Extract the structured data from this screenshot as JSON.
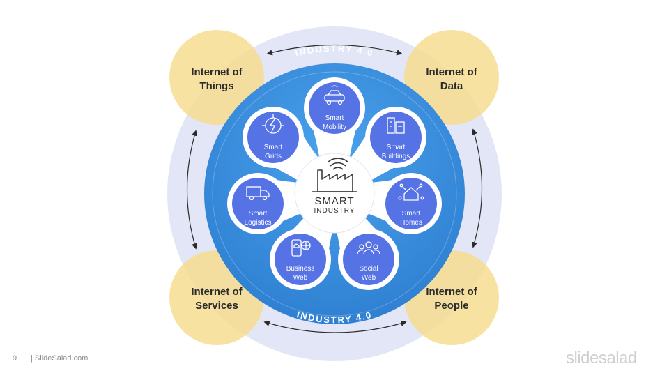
{
  "ring_label_top": "INDUSTRY 4.0",
  "ring_label_bottom": "INDUSTRY 4.0",
  "center": {
    "title": "SMART",
    "subtitle": "INDUSTRY",
    "icon": "factory-icon"
  },
  "corners": {
    "top_left": [
      "Internet of",
      "Things"
    ],
    "top_right": [
      "Internet of",
      "Data"
    ],
    "bottom_left": [
      "Internet of",
      "Services"
    ],
    "bottom_right": [
      "Internet of",
      "People"
    ]
  },
  "nodes": [
    {
      "lines": [
        "Smart",
        "Mobility"
      ],
      "icon": "car-icon"
    },
    {
      "lines": [
        "Smart",
        "Buildings"
      ],
      "icon": "buildings-icon"
    },
    {
      "lines": [
        "Smart",
        "Homes"
      ],
      "icon": "smart-home-icon"
    },
    {
      "lines": [
        "Social",
        "Web"
      ],
      "icon": "people-icon"
    },
    {
      "lines": [
        "Business",
        "Web"
      ],
      "icon": "cloud-phone-icon"
    },
    {
      "lines": [
        "Smart",
        "Logistics"
      ],
      "icon": "truck-icon"
    },
    {
      "lines": [
        "Smart",
        "Grids"
      ],
      "icon": "power-grid-icon"
    }
  ],
  "footer": {
    "page_number": "9",
    "site": "| SlideSalad.com",
    "logo": "slidesalad"
  },
  "colors": {
    "outer_ring": "#e3e6f7",
    "main_circle": "#3a8fdc",
    "node_fill": "#5673e6",
    "corner_fill": "#f7dc8c",
    "arrow": "#2a2a2a"
  }
}
